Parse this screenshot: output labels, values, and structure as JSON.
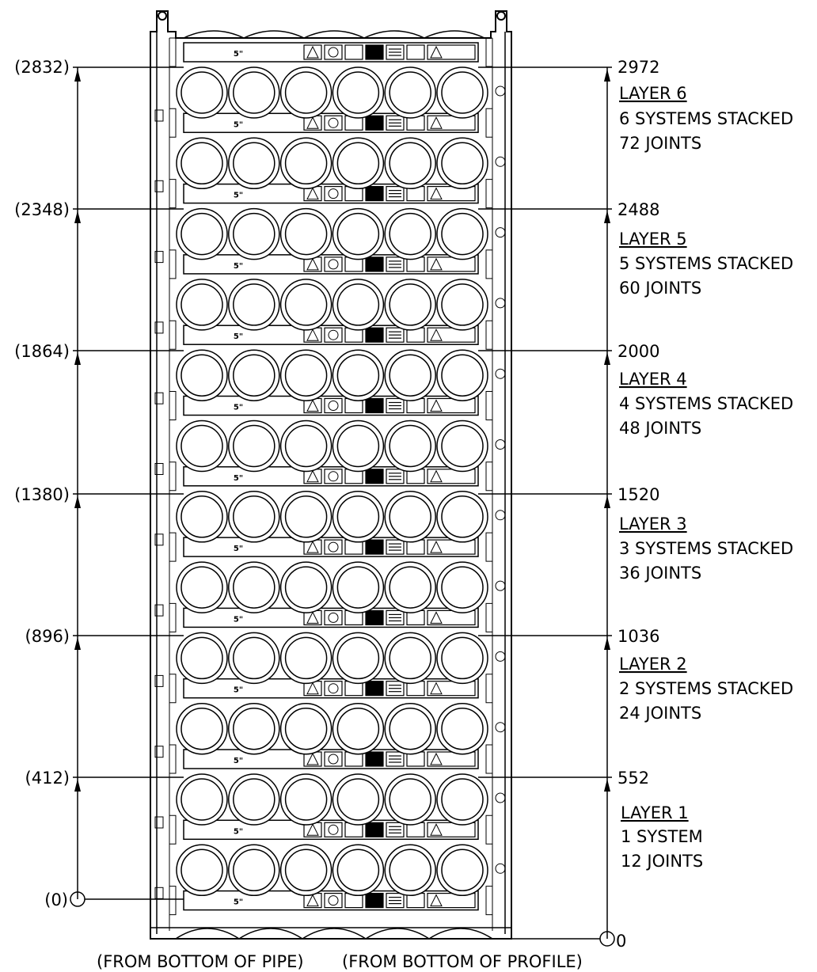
{
  "left_levels": [
    "(2832)",
    "(2348)",
    "(1864)",
    "(1380)",
    "(896)",
    "(412)",
    "(0)"
  ],
  "right_levels": [
    "2972",
    "2488",
    "2000",
    "1520",
    "1036",
    "552",
    "0"
  ],
  "layers": [
    {
      "title": "LAYER 6",
      "systems": "6 SYSTEMS STACKED",
      "joints": "72 JOINTS"
    },
    {
      "title": "LAYER 5",
      "systems": "5 SYSTEMS STACKED",
      "joints": "60 JOINTS"
    },
    {
      "title": "LAYER 4",
      "systems": "4 SYSTEMS STACKED",
      "joints": "48 JOINTS"
    },
    {
      "title": "LAYER 3",
      "systems": "3 SYSTEMS STACKED",
      "joints": "36 JOINTS"
    },
    {
      "title": "LAYER 2",
      "systems": "2 SYSTEMS STACKED",
      "joints": "24 JOINTS"
    },
    {
      "title": "LAYER 1",
      "systems": "1 SYSTEM",
      "joints": "12 JOINTS"
    }
  ],
  "captions": {
    "pipe": "(FROM BOTTOM OF PIPE)",
    "profile": "(FROM BOTTOM OF PROFILE)"
  },
  "profile_label": "5\"",
  "pipes_per_row": 6,
  "pipe_rows": 12
}
